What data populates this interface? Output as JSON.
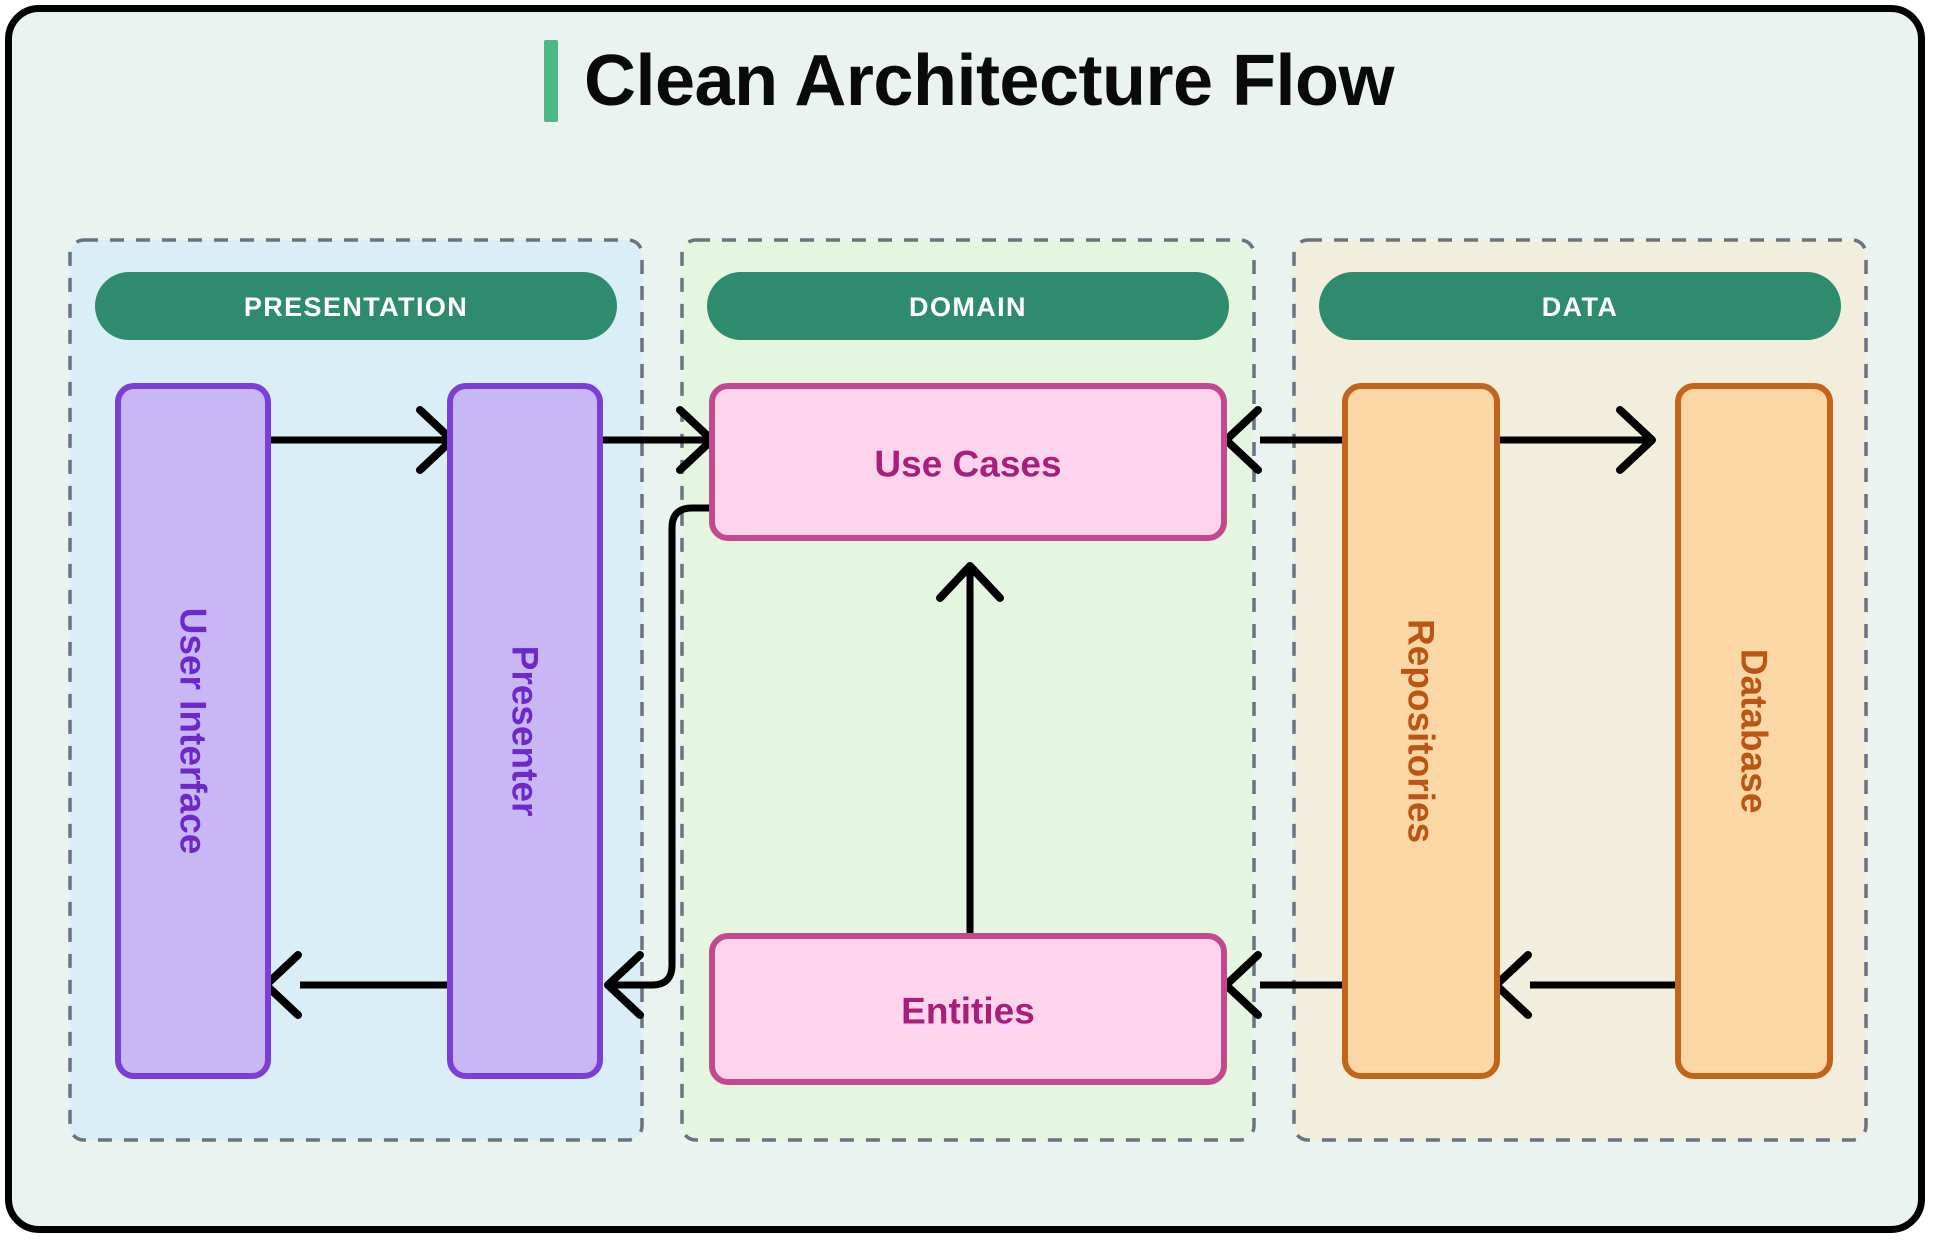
{
  "page": {
    "title": "Clean Architecture Flow",
    "accent_color": "#4cb883",
    "background_color": "#eaf3ef",
    "frame_color": "#000000"
  },
  "layers": [
    {
      "id": "presentation",
      "pill_label": "PRESENTATION",
      "background_color": "#daeef7",
      "pill_color": "#2e8b6e",
      "border_color": "#6b7280"
    },
    {
      "id": "domain",
      "pill_label": "DOMAIN",
      "background_color": "#e4f5e0",
      "pill_color": "#2e8b6e",
      "border_color": "#6b7280"
    },
    {
      "id": "data",
      "pill_label": "DATA",
      "background_color": "#f2eedd",
      "pill_color": "#2e8b6e",
      "border_color": "#6b7280"
    }
  ],
  "nodes": [
    {
      "id": "user-interface",
      "label": "User Interface",
      "layer": "presentation",
      "orientation": "vertical",
      "fill": "#c9b6f5",
      "stroke": "#7c3fd6",
      "text_color": "#6d28c9"
    },
    {
      "id": "presenter",
      "label": "Presenter",
      "layer": "presentation",
      "orientation": "vertical",
      "fill": "#c9b6f5",
      "stroke": "#7c3fd6",
      "text_color": "#6d28c9"
    },
    {
      "id": "use-cases",
      "label": "Use Cases",
      "layer": "domain",
      "orientation": "horizontal",
      "fill": "#fcd5ec",
      "stroke": "#c4488f",
      "text_color": "#a81e78"
    },
    {
      "id": "entities",
      "label": "Entities",
      "layer": "domain",
      "orientation": "horizontal",
      "fill": "#fcd5ec",
      "stroke": "#c4488f",
      "text_color": "#a81e78"
    },
    {
      "id": "repositories",
      "label": "Repositories",
      "layer": "data",
      "orientation": "vertical",
      "fill": "#fbd7a5",
      "stroke": "#c2651a",
      "text_color": "#bb5513"
    },
    {
      "id": "database",
      "label": "Database",
      "layer": "data",
      "orientation": "vertical",
      "fill": "#fbd7a5",
      "stroke": "#c2651a",
      "text_color": "#bb5513"
    }
  ],
  "edges": [
    {
      "id": "ui-to-presenter",
      "from": "user-interface",
      "to": "presenter",
      "direction": "right"
    },
    {
      "id": "presenter-to-usecases",
      "from": "presenter",
      "to": "use-cases",
      "direction": "right"
    },
    {
      "id": "usecases-to-presenter",
      "from": "use-cases",
      "to": "presenter",
      "direction": "left"
    },
    {
      "id": "presenter-to-ui",
      "from": "presenter",
      "to": "user-interface",
      "direction": "left"
    },
    {
      "id": "entities-to-usecases",
      "from": "entities",
      "to": "use-cases",
      "direction": "up"
    },
    {
      "id": "repositories-to-usecases",
      "from": "repositories",
      "to": "use-cases",
      "direction": "left"
    },
    {
      "id": "repositories-to-database",
      "from": "repositories",
      "to": "database",
      "direction": "right"
    },
    {
      "id": "database-to-repositories",
      "from": "database",
      "to": "repositories",
      "direction": "left"
    },
    {
      "id": "repositories-to-entities",
      "from": "repositories",
      "to": "entities",
      "direction": "left"
    }
  ]
}
